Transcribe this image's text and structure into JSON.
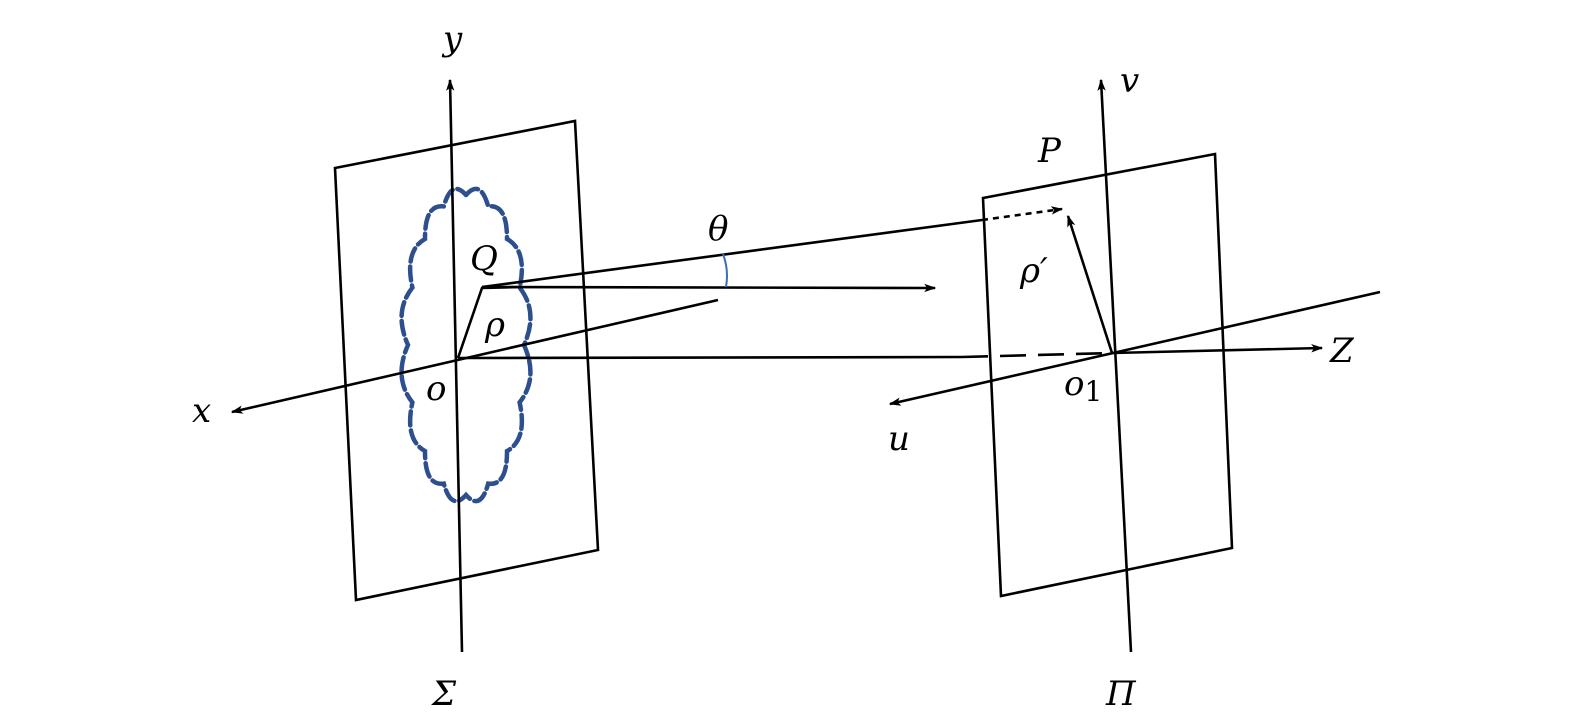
{
  "labels": {
    "y": "y",
    "x": "x",
    "o": "o",
    "Q": "Q",
    "rho": "ρ",
    "theta": "θ",
    "sigma": "Σ",
    "v": "v",
    "u": "u",
    "Z": "Z",
    "P": "P",
    "rho_prime": "ρ′",
    "o1": "o",
    "o1_sub": "1",
    "pi": "Π"
  },
  "colors": {
    "cloud": "#2d4f8e",
    "angle_arc": "#3a6fb5",
    "lines": "#000000"
  }
}
